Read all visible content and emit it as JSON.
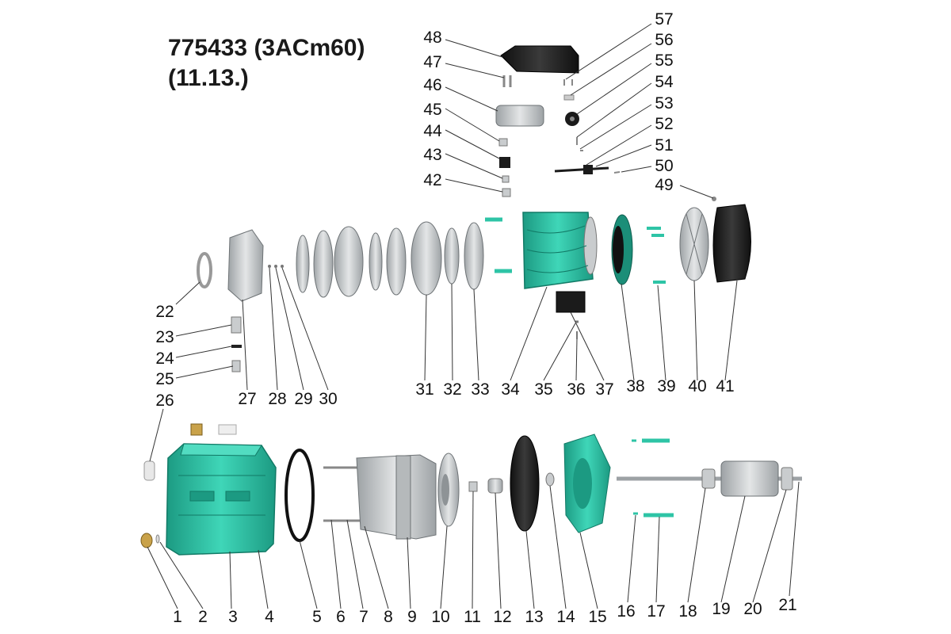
{
  "title": {
    "model": "775433 (3ACm60)",
    "date": "(11.13.)"
  },
  "parts": [
    "1",
    "2",
    "3",
    "4",
    "5",
    "6",
    "7",
    "8",
    "9",
    "10",
    "11",
    "12",
    "13",
    "14",
    "15",
    "16",
    "17",
    "18",
    "19",
    "20",
    "21",
    "22",
    "23",
    "24",
    "25",
    "26",
    "27",
    "28",
    "29",
    "30",
    "31",
    "32",
    "33",
    "34",
    "35",
    "36",
    "37",
    "38",
    "39",
    "40",
    "41",
    "42",
    "43",
    "44",
    "45",
    "46",
    "47",
    "48",
    "49",
    "50",
    "51",
    "52",
    "53",
    "54",
    "55",
    "56",
    "57"
  ],
  "colors": {
    "teal": "#2ec4a6",
    "teal_dark": "#1c9a82",
    "grey": "#c9ccce",
    "grey_dark": "#8e9396",
    "black": "#1b1b1b",
    "brass": "#c9a24a"
  }
}
